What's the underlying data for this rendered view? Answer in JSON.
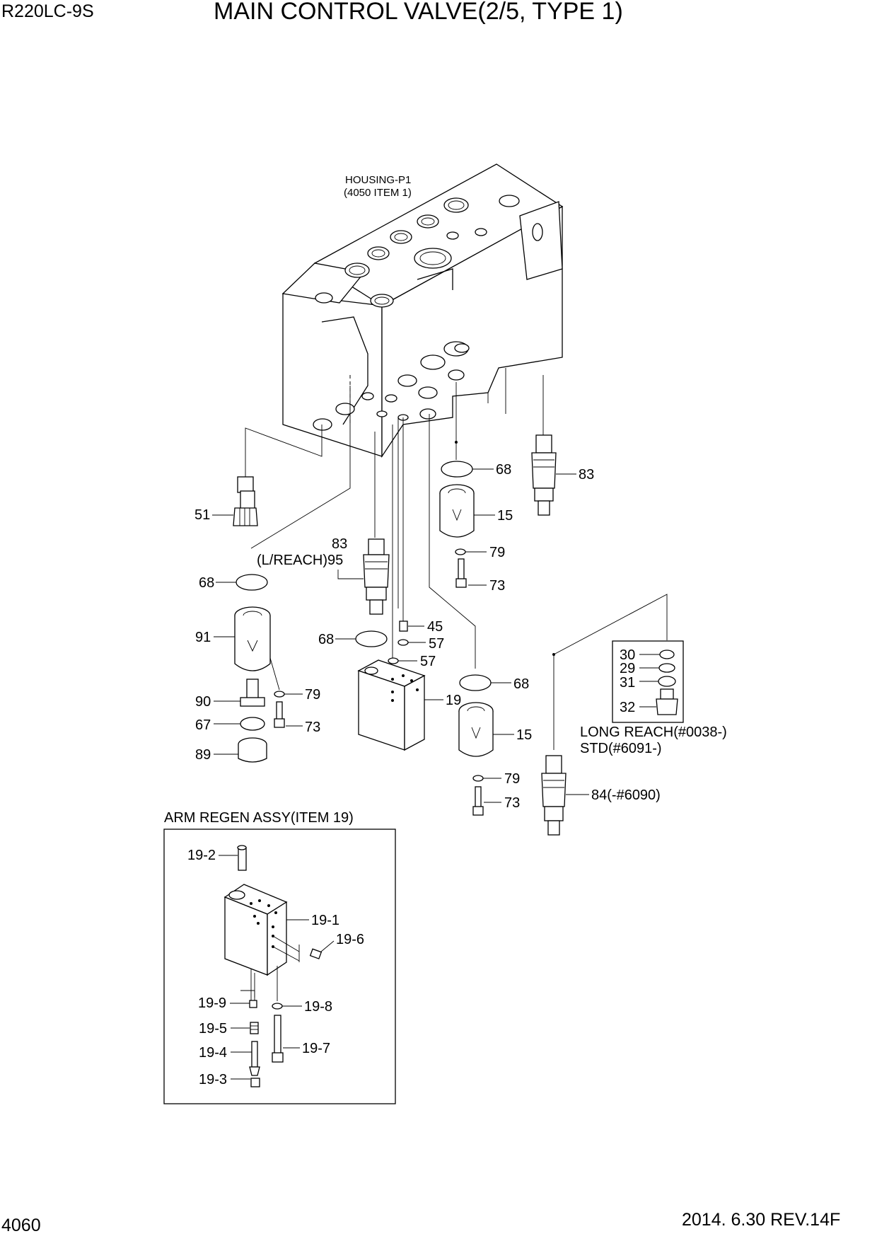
{
  "header": {
    "model": "R220LC-9S",
    "title": "MAIN CONTROL VALVE(2/5, TYPE 1)"
  },
  "housing": {
    "label_line1": "HOUSING-P1",
    "label_line2": "(4050 ITEM 1)"
  },
  "callouts": {
    "c51": "51",
    "c68a": "68",
    "c83a": "83",
    "c15a": "15",
    "c79a": "79",
    "c73a": "73",
    "c83b": "83",
    "c95": "(L/REACH)95",
    "c68b": "68",
    "c91": "91",
    "c79b": "79",
    "c90": "90",
    "c67": "67",
    "c73b": "73",
    "c89": "89",
    "c45": "45",
    "c57a": "57",
    "c68c": "68",
    "c57b": "57",
    "c19": "19",
    "c68d": "68",
    "c15b": "15",
    "c79c": "79",
    "c73c": "73",
    "c30": "30",
    "c29": "29",
    "c31": "31",
    "c32": "32",
    "c84": "84(-#6090)"
  },
  "notes": {
    "long_reach": "LONG REACH(#0038-)",
    "std": "STD(#6091-)"
  },
  "arm_regen": {
    "title": "ARM REGEN ASSY(ITEM 19)",
    "c19_2": "19-2",
    "c19_1": "19-1",
    "c19_6": "19-6",
    "c19_9": "19-9",
    "c19_8": "19-8",
    "c19_5": "19-5",
    "c19_7": "19-7",
    "c19_4": "19-4",
    "c19_3": "19-3"
  },
  "footer": {
    "page": "4060",
    "date_rev": "2014. 6.30  REV.14F"
  }
}
